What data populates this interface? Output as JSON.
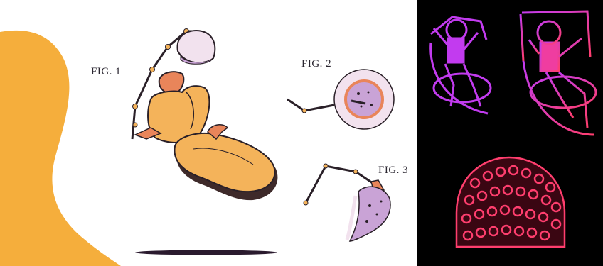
{
  "figures": {
    "fig1_label": "FIG. 1",
    "fig2_label": "FIG. 2",
    "fig3_label": "FIG. 3"
  },
  "colors": {
    "orange_blob": "#F5AE3C",
    "chair_yellow": "#F4B35A",
    "chair_shadow": "#3E2A2A",
    "accent_orange": "#E9855A",
    "pod_pink": "#F2E2EE",
    "pod_purple": "#C9A3D6",
    "dark_background": "#000000",
    "neon_purple": "#C23BEF",
    "neon_pink": "#FF3E6E"
  }
}
